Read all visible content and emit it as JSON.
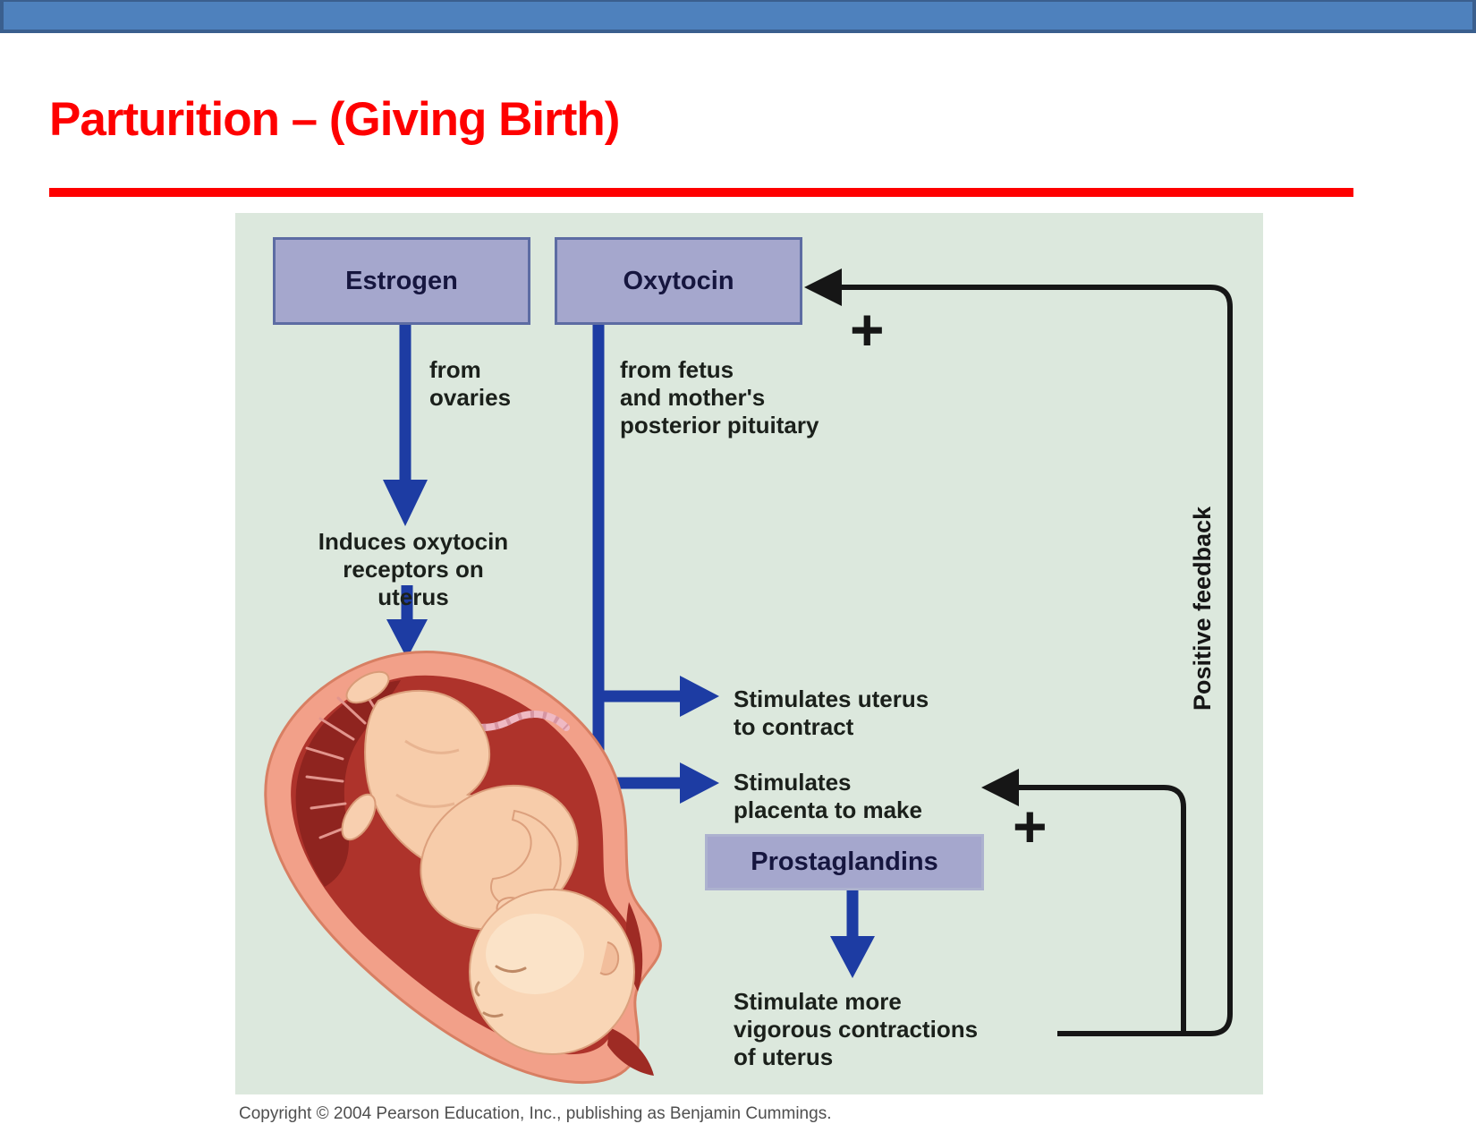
{
  "slide": {
    "title": "Parturition – (Giving Birth)",
    "copyright": "Copyright © 2004 Pearson Education, Inc., publishing as Benjamin Cummings."
  },
  "diagram": {
    "boxes": {
      "estrogen": "Estrogen",
      "oxytocin": "Oxytocin",
      "prostaglandins": "Prostaglandins"
    },
    "labels": {
      "estrogen_source": "from\novaries",
      "oxytocin_source": "from fetus\nand mother's\nposterior pituitary",
      "induces_receptors": "Induces oxytocin\nreceptors on uterus",
      "stimulates_uterus": "Stimulates uterus\nto contract",
      "stimulates_placenta": "Stimulates\nplacenta to make",
      "stimulate_more": "Stimulate more\nvigorous contractions\nof uterus",
      "positive_feedback": "Positive feedback",
      "plus_top": "+",
      "plus_bottom": "+"
    },
    "colors": {
      "panel_background": "#dce8dd",
      "box_fill": "#a5a7cd",
      "box_border": "#5d6ca3",
      "arrow_blue": "#1d3ca3",
      "feedback_black": "#161616",
      "title_red": "#fe0000",
      "header_bar_fill": "#4e81bd",
      "header_bar_border": "#3a5f8e",
      "uterus_wall": "#f2a089",
      "uterine_cavity": "#ae332b",
      "fetus_skin": "#f7ccaa"
    }
  }
}
